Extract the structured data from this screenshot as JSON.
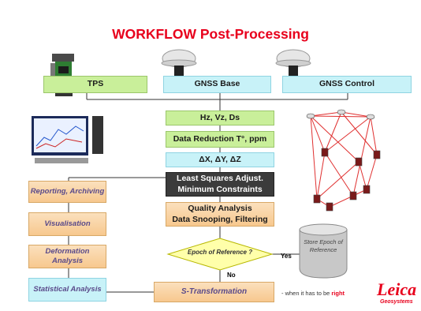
{
  "title": "WORKFLOW Post-Processing",
  "sources": {
    "tps": "TPS",
    "gnss_base": "GNSS Base",
    "gnss_control": "GNSS Control"
  },
  "steps": {
    "hz_vz_ds": "Hz, Vz, Ds",
    "data_reduction": "Data Reduction T°, ppm",
    "delta_xyz": "ΔX, ΔY, ΔZ",
    "lsq_line1": "Least Squares Adjust.",
    "lsq_line2": "Minimum Constraints",
    "quality_line1": "Quality Analysis",
    "quality_line2": "Data Snooping, Filtering",
    "epoch_question": "Epoch of Reference  ?",
    "store_epoch": "Store Epoch of Reference",
    "s_transformation": "S-Transformation"
  },
  "decision_labels": {
    "yes": "Yes",
    "no": "No"
  },
  "outputs": {
    "reporting": "Reporting, Archiving",
    "visualisation": "Visualisation",
    "deformation": "Deformation Analysis",
    "statistical": "Statistical Analysis"
  },
  "branding": {
    "tagline_prefix": "- when it has to be",
    "tagline_emphasis": "right",
    "logo_text": "Leica",
    "logo_sub": "Geosystems",
    "brand_color": "#e8001c"
  },
  "icons": [
    "total-station-icon",
    "gnss-antenna-icon",
    "computer-workstation-icon",
    "network-diagram-icon"
  ]
}
